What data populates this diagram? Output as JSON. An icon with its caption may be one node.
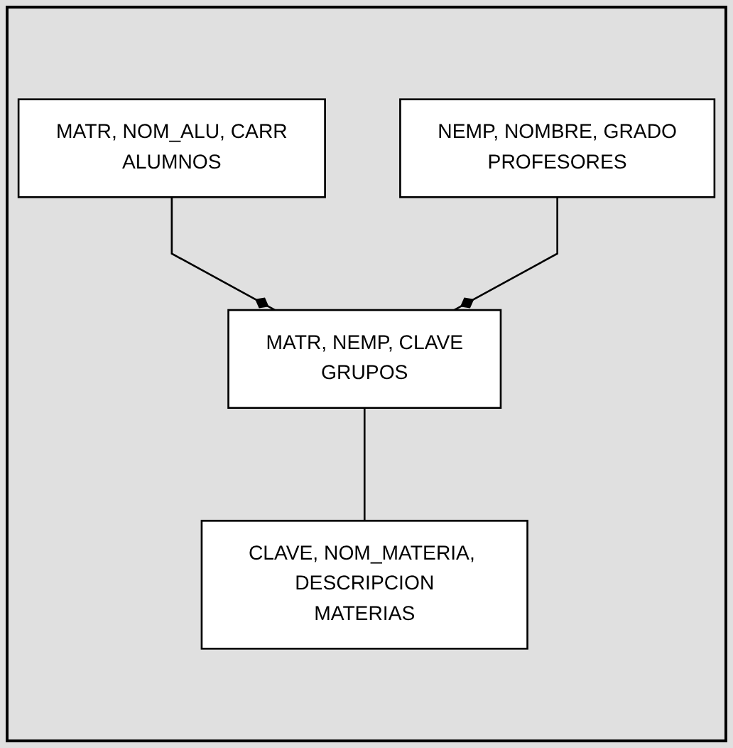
{
  "diagram": {
    "nodes": [
      {
        "text": [
          "MATR, NOM_ALU, CARR",
          "ALUMNOS"
        ]
      },
      {
        "text": [
          "NEMP, NOMBRE, GRADO",
          "PROFESORES"
        ]
      },
      {
        "text": [
          "MATR, NEMP, CLAVE",
          "GRUPOS"
        ]
      },
      {
        "text": [
          "CLAVE, NOM_MATERIA, DESCRIPCION",
          "MATERIAS"
        ]
      }
    ],
    "edges": [
      {
        "from": 0,
        "to": 2,
        "arrow": "other"
      },
      {
        "from": 1,
        "to": 2,
        "arrow": "other"
      },
      {
        "from": 2,
        "to": 3,
        "arrow": "none"
      }
    ]
  }
}
